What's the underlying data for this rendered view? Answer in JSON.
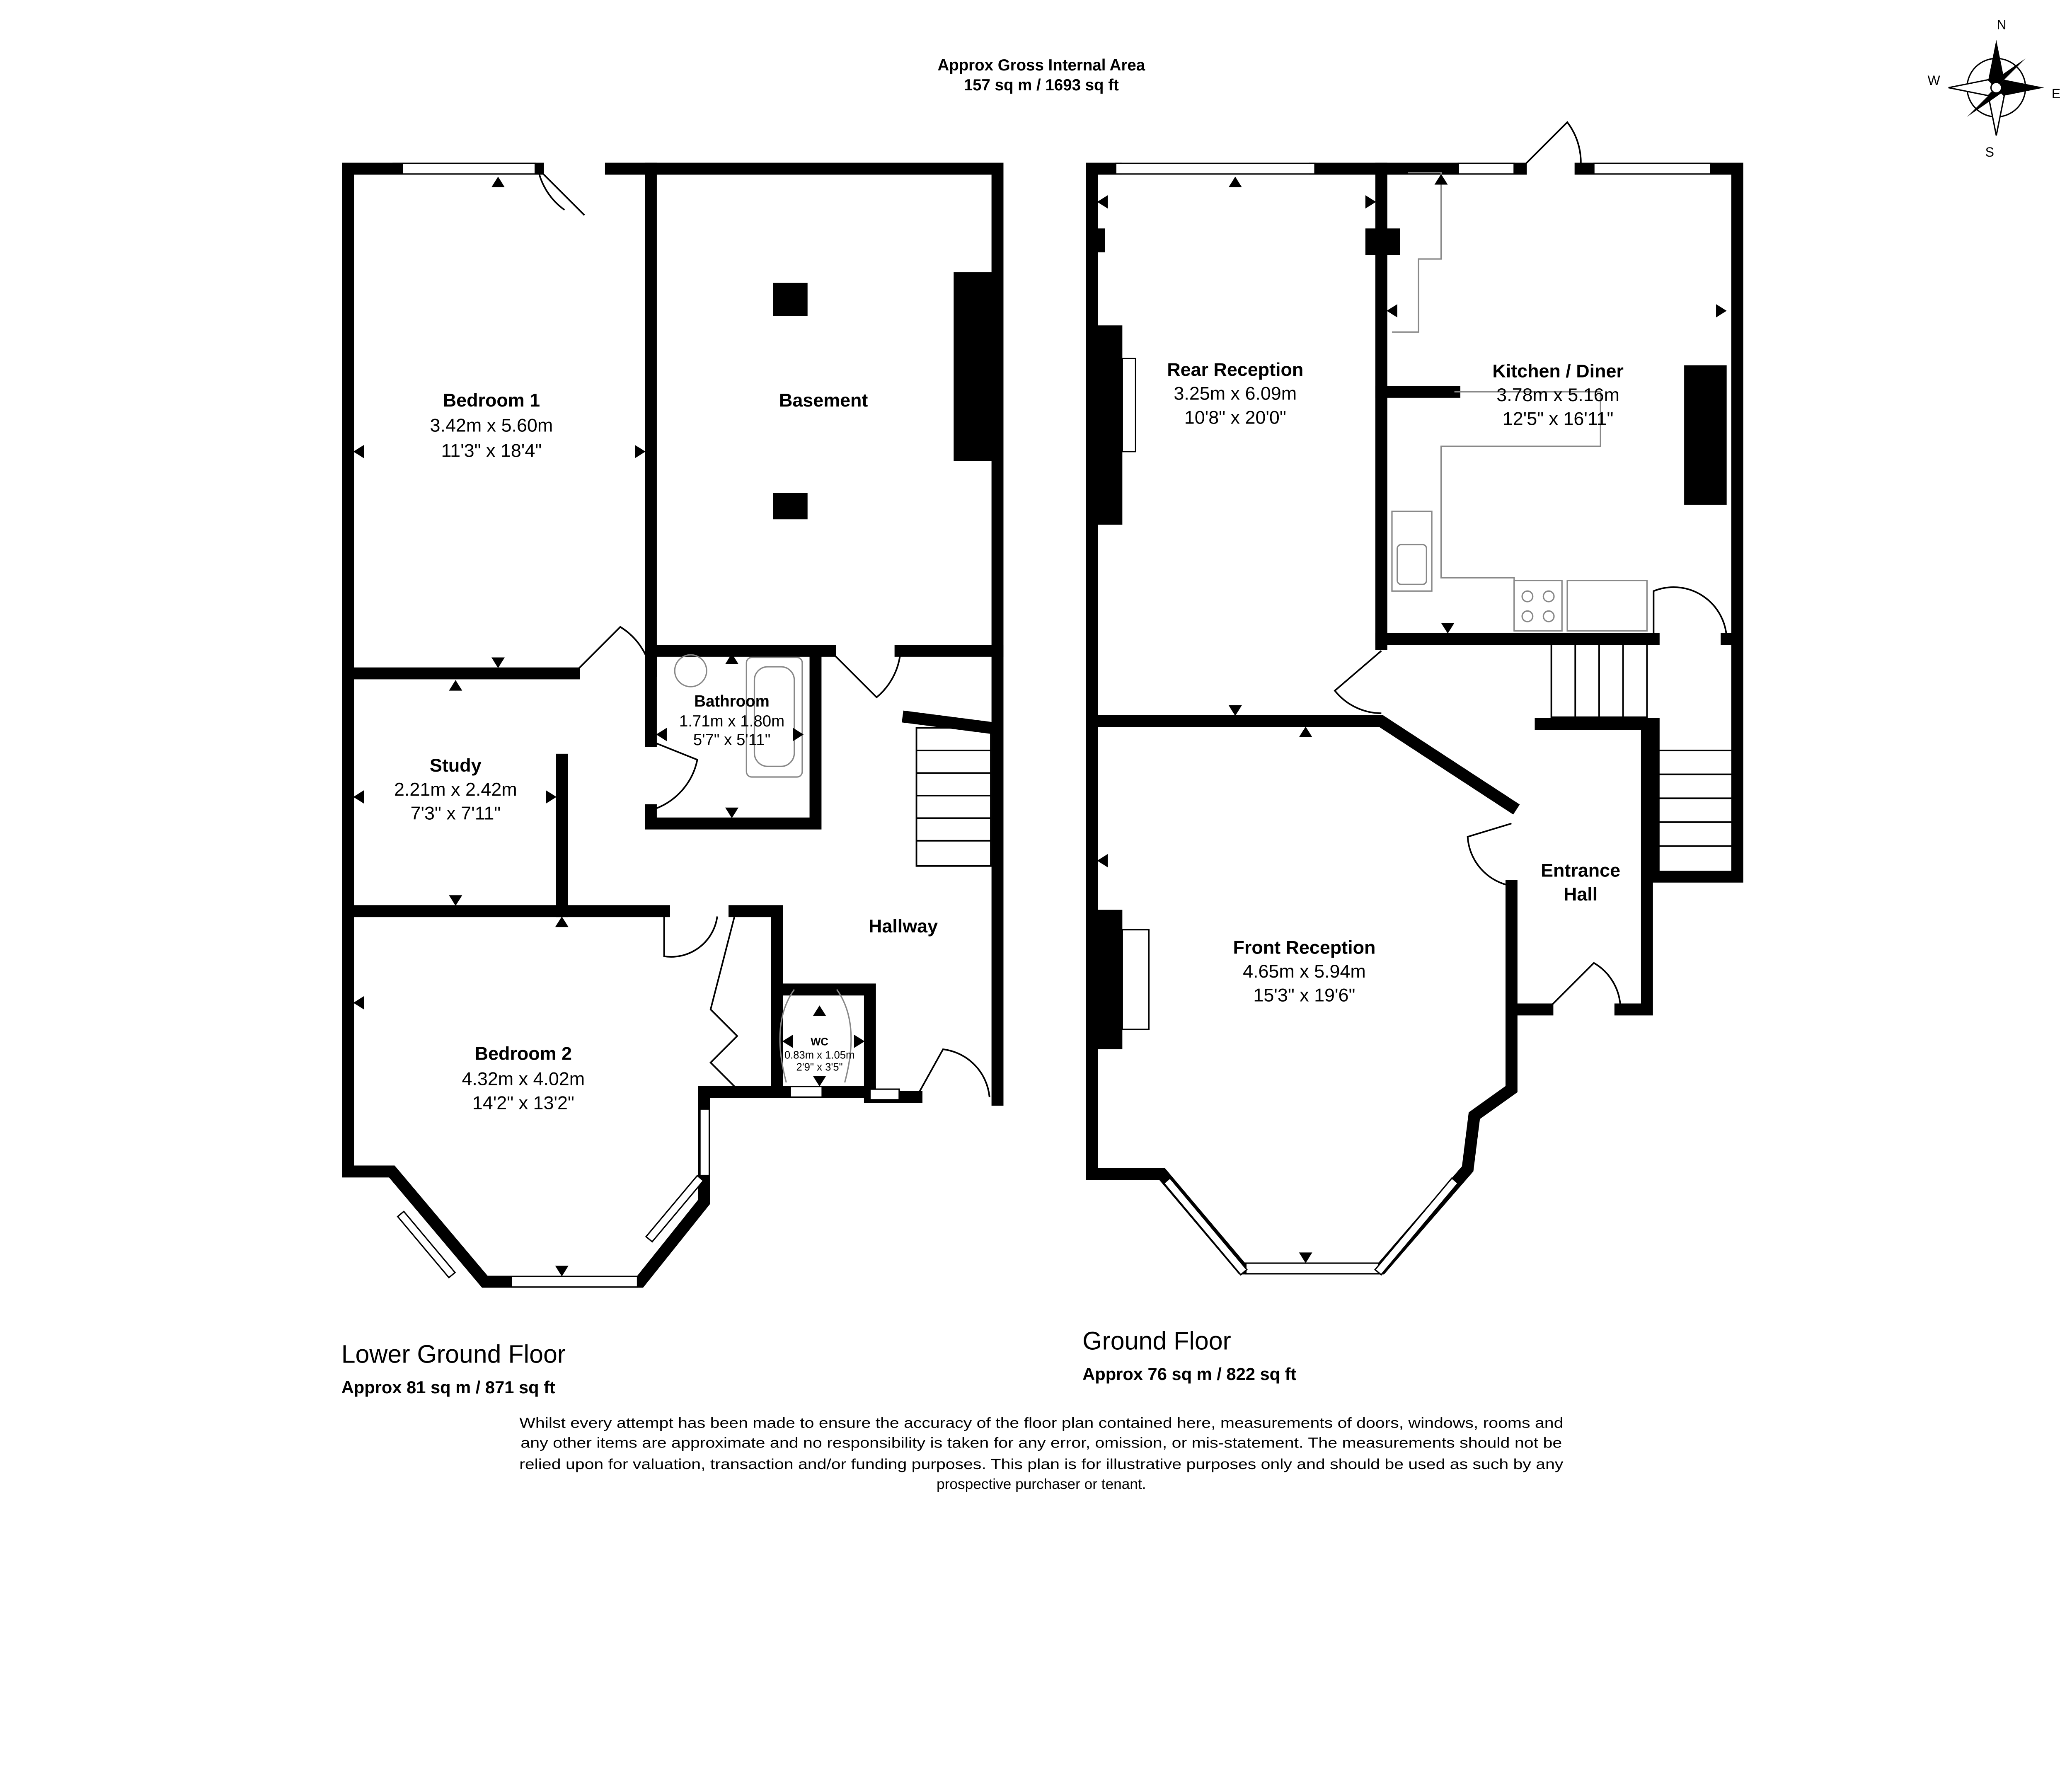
{
  "header": {
    "title": "Approx Gross Internal Area",
    "area": "157 sq m / 1693 sq ft"
  },
  "compass": {
    "n": "N",
    "s": "S",
    "e": "E",
    "w": "W"
  },
  "lower_ground": {
    "title": "Lower Ground Floor",
    "area": "Approx 81 sq m / 871 sq ft",
    "rooms": {
      "bedroom1": {
        "name": "Bedroom 1",
        "metric": "3.42m x 5.60m",
        "imperial": "11'3\" x 18'4\""
      },
      "basement": {
        "name": "Basement"
      },
      "bathroom": {
        "name": "Bathroom",
        "metric": "1.71m x 1.80m",
        "imperial": "5'7\" x 5'11\""
      },
      "study": {
        "name": "Study",
        "metric": "2.21m x 2.42m",
        "imperial": "7'3\" x 7'11\""
      },
      "hallway": {
        "name": "Hallway"
      },
      "wc": {
        "name": "WC",
        "metric": "0.83m x 1.05m",
        "imperial": "2'9\" x 3'5\""
      },
      "bedroom2": {
        "name": "Bedroom 2",
        "metric": "4.32m x 4.02m",
        "imperial": "14'2\" x 13'2\""
      }
    }
  },
  "ground": {
    "title": "Ground Floor",
    "area": "Approx 76 sq m / 822 sq ft",
    "rooms": {
      "rear_reception": {
        "name": "Rear Reception",
        "metric": "3.25m x 6.09m",
        "imperial": "10'8\" x 20'0\""
      },
      "kitchen": {
        "name": "Kitchen / Diner",
        "metric": "3.78m x 5.16m",
        "imperial": "12'5\" x 16'11\""
      },
      "entrance_line1": "Entrance",
      "entrance_line2": "Hall",
      "front_reception": {
        "name": "Front Reception",
        "metric": "4.65m x 5.94m",
        "imperial": "15'3\" x 19'6\""
      }
    }
  },
  "disclaimer": [
    "Whilst every attempt has been made to ensure the accuracy of the floor plan contained here, measurements of doors, windows, rooms and",
    "any other items are approximate and no responsibility is taken for any error, omission, or mis-statement. The measurements should not be",
    "relied upon for valuation, transaction and/or funding purposes. This plan is for illustrative purposes only and should be used as such by any",
    "prospective purchaser or tenant."
  ]
}
